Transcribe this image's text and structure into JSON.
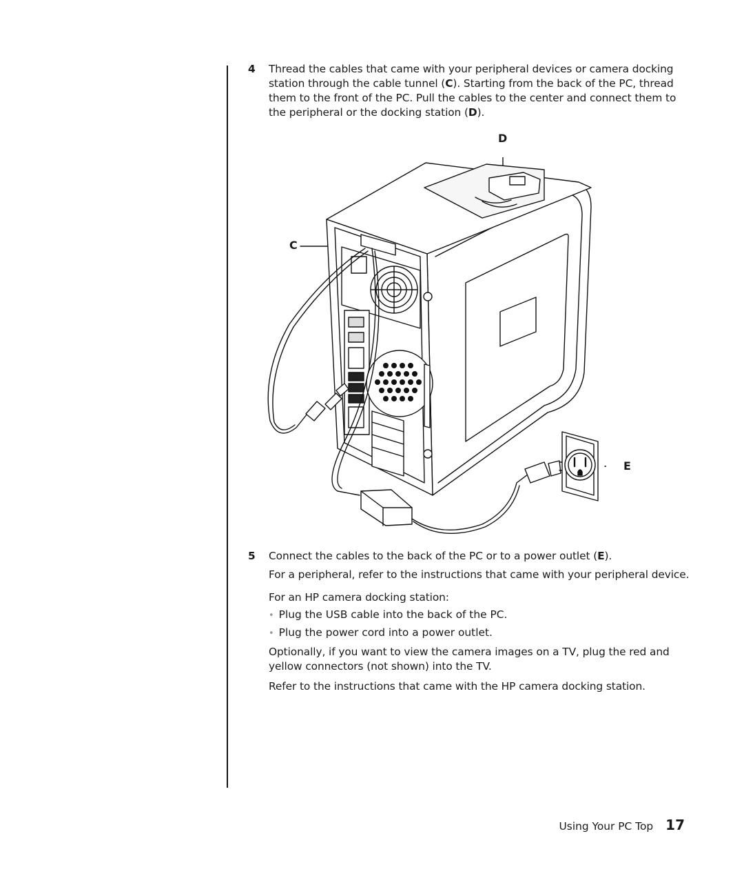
{
  "step4": {
    "number": "4",
    "text_a": "Thread the cables that came with your peripheral devices or camera docking station through the cable tunnel (",
    "key_c": "C",
    "text_b": "). Starting from the back of the PC, thread them to the front of the PC. Pull the cables to the center and connect them to the peripheral or the docking station (",
    "key_d": "D",
    "text_c": ")."
  },
  "figure": {
    "callouts": {
      "c": "C",
      "d": "D",
      "e": "E"
    }
  },
  "step5": {
    "number": "5",
    "text_a": "Connect the cables to the back of the PC or to a power outlet (",
    "key_e": "E",
    "text_b": ")."
  },
  "paragraphs": {
    "peripheral": "For a peripheral, refer to the instructions that came with your peripheral device.",
    "docking_intro": "For an HP camera docking station:",
    "optional": "Optionally, if you want to view the camera images on a TV, plug the red and yellow connectors (not shown) into the TV.",
    "refer": "Refer to the instructions that came with the HP camera docking station."
  },
  "bullets": [
    {
      "marker": "•",
      "text": "Plug the USB cable into the back of the PC."
    },
    {
      "marker": "•",
      "text": "Plug the power cord into a power outlet."
    }
  ],
  "footer": {
    "section": "Using Your PC Top",
    "page": "17"
  }
}
